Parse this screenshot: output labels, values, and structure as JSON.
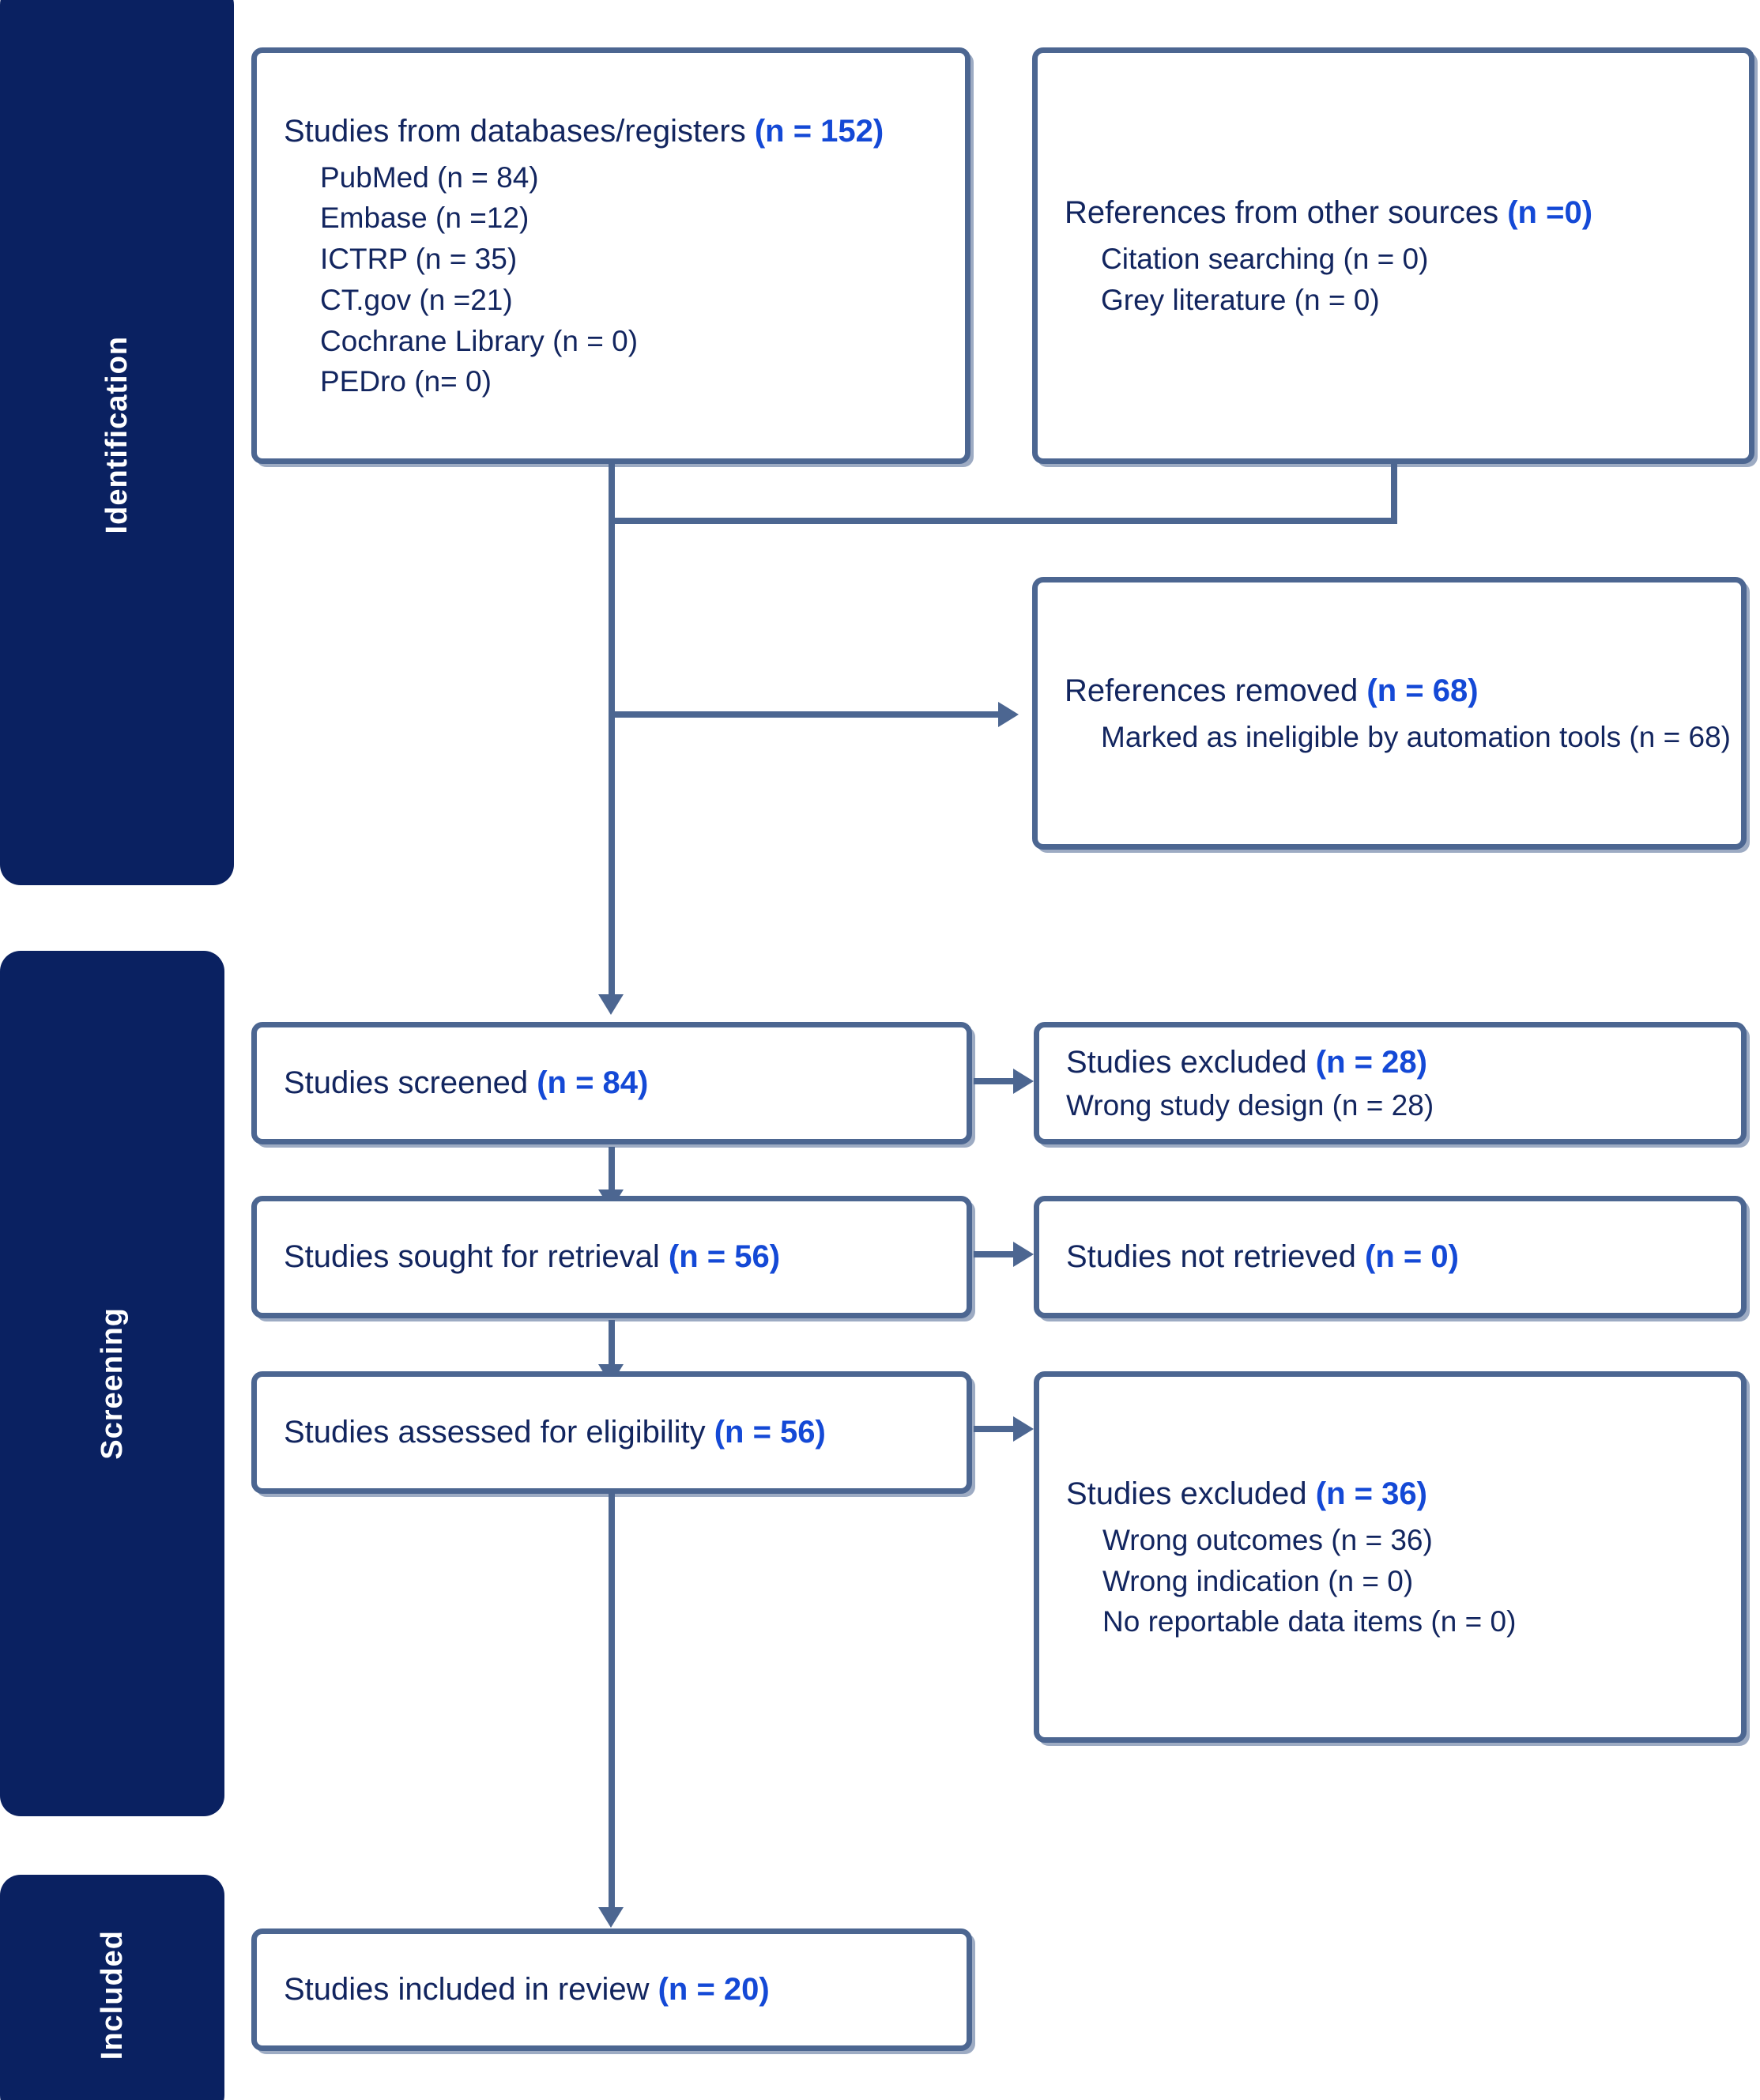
{
  "diagram": {
    "type": "PRISMA flow diagram",
    "accent_border_color": "#4C6691",
    "phase_bar_color": "#0A2161",
    "text_color": "#12255F",
    "count_highlight_color": "#1449D6"
  },
  "phases": [
    {
      "id": "identification",
      "label": "Identification"
    },
    {
      "id": "screening",
      "label": "Screening"
    },
    {
      "id": "included",
      "label": "Included"
    }
  ],
  "nodes": {
    "databases": {
      "title_text": "Studies from databases/registers ",
      "title_count": "(n = 152)",
      "items": [
        "PubMed (n = 84)",
        "Embase (n =12)",
        "ICTRP (n = 35)",
        "CT.gov (n =21)",
        "Cochrane Library (n = 0)",
        "PEDro (n= 0)"
      ]
    },
    "other_sources": {
      "title_text": "References from other sources ",
      "title_count": "(n =0)",
      "items": [
        "Citation searching (n = 0)",
        "Grey literature (n = 0)"
      ]
    },
    "references_removed": {
      "title_text": "References removed ",
      "title_count": "(n = 68)",
      "items": [
        "Marked as ineligible by automation tools (n = 68)"
      ]
    },
    "screened": {
      "title_text": "Studies screened ",
      "title_count": "(n = 84)",
      "items": []
    },
    "excluded_screen": {
      "title_text": "Studies excluded ",
      "title_count": "(n = 28)",
      "items": [
        "Wrong study design (n = 28)"
      ]
    },
    "sought": {
      "title_text": "Studies sought for retrieval ",
      "title_count": "(n = 56)",
      "items": []
    },
    "not_retrieved": {
      "title_text": "Studies not retrieved ",
      "title_count": "(n = 0)",
      "items": []
    },
    "assessed": {
      "title_text": "Studies assessed for eligibility ",
      "title_count": "(n = 56)",
      "items": []
    },
    "excluded_eligibility": {
      "title_text": "Studies excluded ",
      "title_count": "(n = 36)",
      "items": [
        "Wrong outcomes (n = 36)",
        "Wrong indication (n = 0)",
        "No reportable data items (n = 0)"
      ]
    },
    "included_review": {
      "title_text": "Studies included in review ",
      "title_count": "(n = 20)",
      "items": []
    }
  }
}
